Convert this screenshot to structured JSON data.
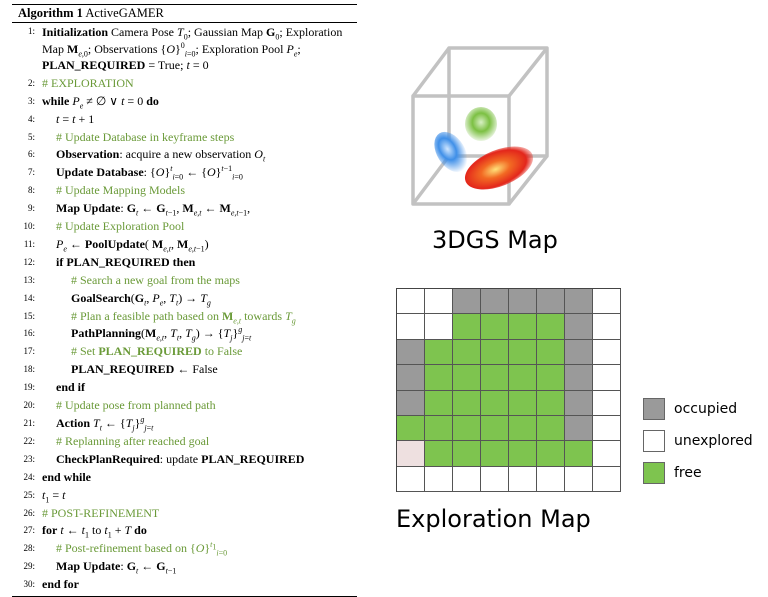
{
  "algorithm": {
    "header": "Algorithm 1",
    "name": "ActiveGAMER",
    "lines": [
      {
        "n": "1:",
        "html": "<b>Initialization</b> Camera Pose <i class='m'>T</i><sub>0</sub>; Gaussian Map <span class='mb'>G</span><sub>0</sub>; Exploration Map <span class='mb'>M</span><sub><i class='m'>e</i>,0</sub>; Observations {<i class='m'>O</i>}<sup>0</sup><sub><i class='m'>i</i>=0</sub>; Exploration Pool <i class='m'>P<sub>e</sub></i>; <b>PLAN_REQUIRED</b> = True; <i class='m'>t</i> = 0",
        "indent": 0,
        "wrap": true
      },
      {
        "n": "2:",
        "html": "# EXPLORATION",
        "indent": 0,
        "comment": true
      },
      {
        "n": "3:",
        "html": "<b>while</b> <i class='m'>P<sub>e</sub></i> ≠ ∅ ∨ <i class='m'>t</i> = 0 <b>do</b>",
        "indent": 0
      },
      {
        "n": "4:",
        "html": "<i class='m'>t</i> = <i class='m'>t</i> + 1",
        "indent": 1
      },
      {
        "n": "5:",
        "html": "# Update Database in keyframe steps",
        "indent": 1,
        "comment": true
      },
      {
        "n": "6:",
        "html": "<b>Observation</b>: acquire a new observation <i class='m'>O<sub>t</sub></i>",
        "indent": 1
      },
      {
        "n": "7:",
        "html": "<b>Update Database</b>: {<i class='m'>O</i>}<sup><i class='m'>t</i></sup><sub><i class='m'>i</i>=0</sub> ← {<i class='m'>O</i>}<sup><i class='m'>t</i>−1</sup><sub><i class='m'>i</i>=0</sub>",
        "indent": 1
      },
      {
        "n": "8:",
        "html": "# Update Mapping Models",
        "indent": 1,
        "comment": true
      },
      {
        "n": "9:",
        "html": "<b>Map Update</b>: <span class='mb'>G</span><sub><i class='m'>t</i></sub> ← <span class='mb'>G</span><sub><i class='m'>t</i>−1</sub>, <span class='mb'>M</span><sub><i class='m'>e</i>,<i class='m'>t</i></sub> ← <span class='mb'>M</span><sub><i class='m'>e</i>,<i class='m'>t</i>−1</sub>,",
        "indent": 1
      },
      {
        "n": "10:",
        "html": "# Update Exploration Pool",
        "indent": 1,
        "comment": true
      },
      {
        "n": "11:",
        "html": "<i class='m'>P<sub>e</sub></i> ← <b>PoolUpdate</b>( <span class='mb'>M</span><sub><i class='m'>e</i>,<i class='m'>t</i></sub>, <span class='mb'>M</span><sub><i class='m'>e</i>,<i class='m'>t</i>−1</sub>)",
        "indent": 1
      },
      {
        "n": "12:",
        "html": "<b>if PLAN_REQUIRED then</b>",
        "indent": 1
      },
      {
        "n": "13:",
        "html": "# Search a new goal from the maps",
        "indent": 2,
        "comment": true
      },
      {
        "n": "14:",
        "html": "<b>GoalSearch</b>(<span class='mb'>G</span><sub><i class='m'>t</i></sub>, <i class='m'>P<sub>e</sub></i>, <i class='m'>T<sub>t</sub></i>) → <i class='m'>T<sub>g</sub></i>",
        "indent": 2
      },
      {
        "n": "15:",
        "html": "# Plan a feasible path based on <span class='mb'>M</span><sub><i class='m'>e</i>,<i class='m'>t</i></sub> towards <i class='m'>T<sub>g</sub></i>",
        "indent": 2,
        "comment": true
      },
      {
        "n": "16:",
        "html": "<b>PathPlanning</b>(<span class='mb'>M</span><sub><i class='m'>e</i>,<i class='m'>t</i></sub>, <i class='m'>T<sub>t</sub></i>, <i class='m'>T<sub>g</sub></i>) → {<i class='m'>T<sub>j</sub></i>}<sup><i class='m'>g</i></sup><sub><i class='m'>j</i>=<i class='m'>t</i></sub>",
        "indent": 2
      },
      {
        "n": "17:",
        "html": "# Set <span class='green-bold'>PLAN_REQUIRED</span> to False",
        "indent": 2,
        "comment": true
      },
      {
        "n": "18:",
        "html": "<b>PLAN_REQUIRED</b> ← False",
        "indent": 2
      },
      {
        "n": "19:",
        "html": "<b>end if</b>",
        "indent": 1
      },
      {
        "n": "20:",
        "html": "# Update pose from planned path",
        "indent": 1,
        "comment": true
      },
      {
        "n": "21:",
        "html": "<b>Action</b> <i class='m'>T<sub>t</sub></i> ← {<i class='m'>T<sub>j</sub></i>}<sup><i class='m'>g</i></sup><sub><i class='m'>j</i>=<i class='m'>t</i></sub>",
        "indent": 1
      },
      {
        "n": "22:",
        "html": "# Replanning after reached goal",
        "indent": 1,
        "comment": true
      },
      {
        "n": "23:",
        "html": "<b>CheckPlanRequired</b>: update <b>PLAN_REQUIRED</b>",
        "indent": 1
      },
      {
        "n": "24:",
        "html": "<b>end while</b>",
        "indent": 0
      },
      {
        "n": "25:",
        "html": "<i class='m'>t</i><sub>1</sub> = <i class='m'>t</i>",
        "indent": 0
      },
      {
        "n": "26:",
        "html": "# POST-REFINEMENT",
        "indent": 0,
        "comment": true
      },
      {
        "n": "27:",
        "html": "<b>for</b> <i class='m'>t</i> ← <i class='m'>t</i><sub>1</sub> to <i class='m'>t</i><sub>1</sub> + <i class='m'>T</i> <b>do</b>",
        "indent": 0
      },
      {
        "n": "28:",
        "html": "# Post-refinement based on {<i class='m'>O</i>}<sup><i class='m'>t</i><sub>1</sub></sup><sub><i class='m'>i</i>=0</sub>",
        "indent": 1,
        "comment": true
      },
      {
        "n": "29:",
        "html": "<b>Map Update</b>: <span class='mb'>G</span><sub><i class='m'>t</i></sub> ← <span class='mb'>G</span><sub><i class='m'>t</i>−1</sub>",
        "indent": 1
      },
      {
        "n": "30:",
        "html": "<b>end for</b>",
        "indent": 0
      }
    ]
  },
  "gaussian_map": {
    "caption": "3DGS Map",
    "colors": {
      "frame": "#c0c0c0",
      "blue": "#2f7fe0",
      "green": "#7cc043",
      "red": "#e8391c"
    }
  },
  "exploration_map": {
    "caption": "Exploration Map",
    "grid": [
      "uooooou",
      "uuffffou",
      "offfffou",
      "offfffou",
      "offfffou",
      "ffffffou",
      "pffffffu",
      "uuuuuuuu"
    ],
    "colors": {
      "occupied": "#9a9a9a",
      "unexplored": "#ffffff",
      "free": "#7ec44f"
    },
    "legend": [
      {
        "key": "occupied",
        "label": "occupied"
      },
      {
        "key": "unexplored",
        "label": "unexplored"
      },
      {
        "key": "free",
        "label": "free"
      }
    ]
  }
}
